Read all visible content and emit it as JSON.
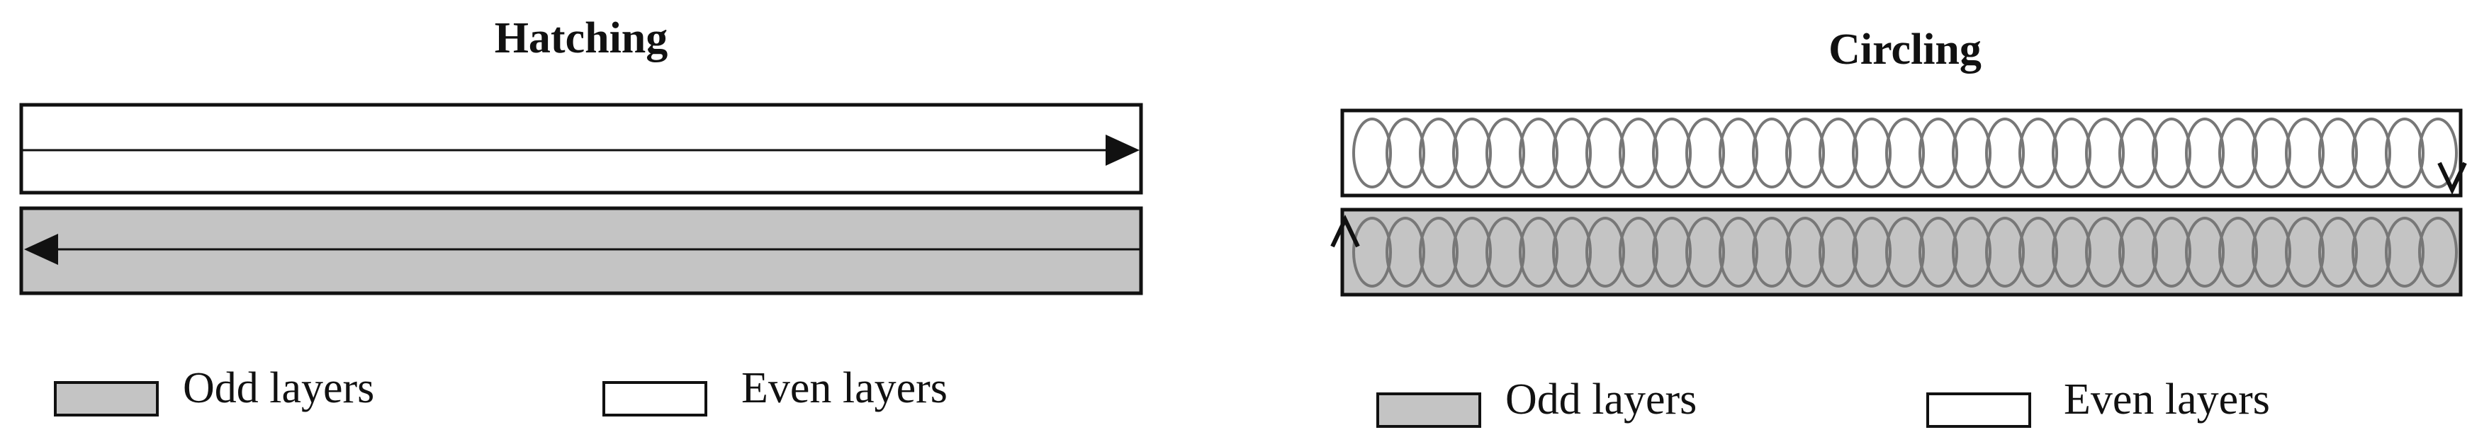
{
  "colors": {
    "odd_fill": "#c4c4c4",
    "even_fill": "#ffffff",
    "stroke": "#111111",
    "loop_stroke": "#777777"
  },
  "hatching": {
    "title": "Hatching",
    "legend": {
      "odd": "Odd layers",
      "even": "Even layers"
    }
  },
  "circling": {
    "title": "Circling",
    "legend": {
      "odd": "Odd layers",
      "even": "Even layers"
    }
  },
  "icons": [
    "arrow-right-icon",
    "arrow-left-icon",
    "arrow-down-icon",
    "arrow-up-icon"
  ]
}
